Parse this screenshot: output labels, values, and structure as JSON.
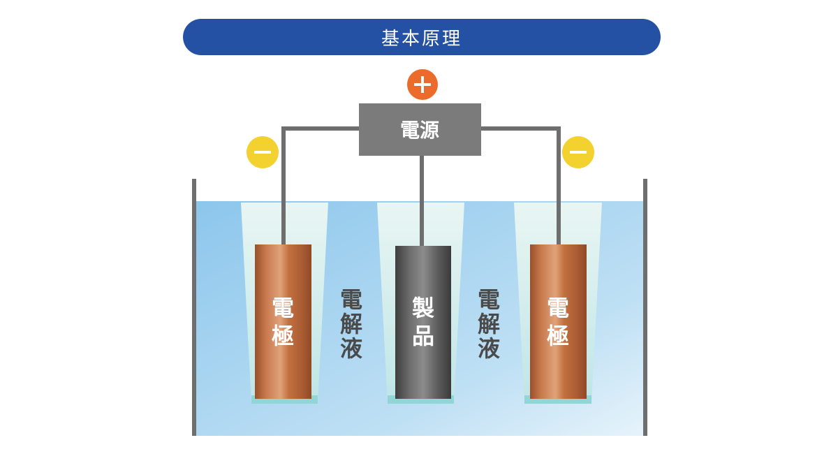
{
  "title": "基本原理",
  "power_source": {
    "label": "電源",
    "plus_symbol": "+",
    "minus_symbol": "−",
    "plus_color": "#ec6a2a",
    "minus_color": "#f3d12e",
    "box_color": "#7b7b7b"
  },
  "electrode_left": {
    "label": [
      "電",
      "極"
    ],
    "color": "#b5643a"
  },
  "product": {
    "label": [
      "製",
      "品"
    ],
    "color": "#5c5c5c"
  },
  "electrode_right": {
    "label": [
      "電",
      "極"
    ],
    "color": "#b5643a"
  },
  "electrolyte_left": {
    "label": [
      "電",
      "解",
      "液"
    ]
  },
  "electrolyte_right": {
    "label": [
      "電",
      "解",
      "液"
    ]
  },
  "colors": {
    "title_bar": "#2451a4",
    "bath_water": "#9fd0ee",
    "tank_wall": "#6e6e6e",
    "wire": "#6e6e6e"
  }
}
